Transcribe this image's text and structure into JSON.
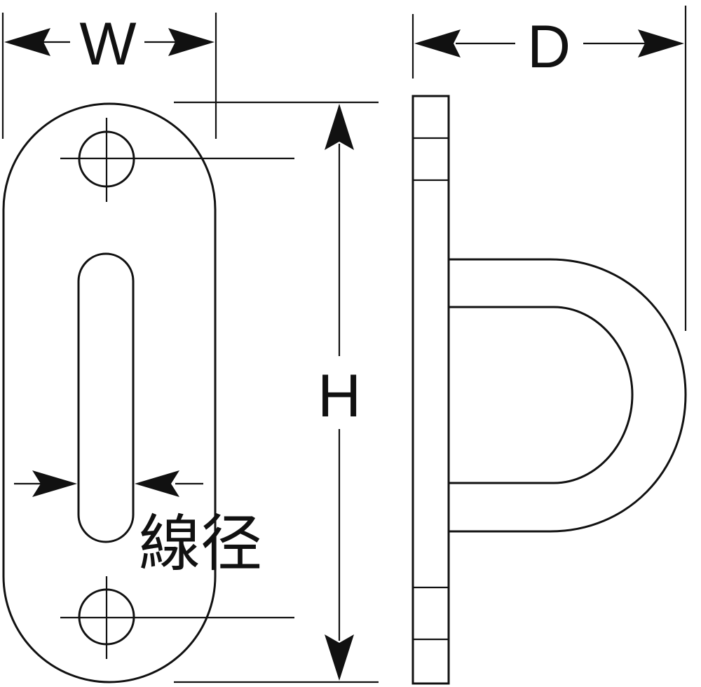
{
  "labels": {
    "width": "W",
    "depth": "D",
    "height": "H",
    "wire_diameter": "線径"
  }
}
